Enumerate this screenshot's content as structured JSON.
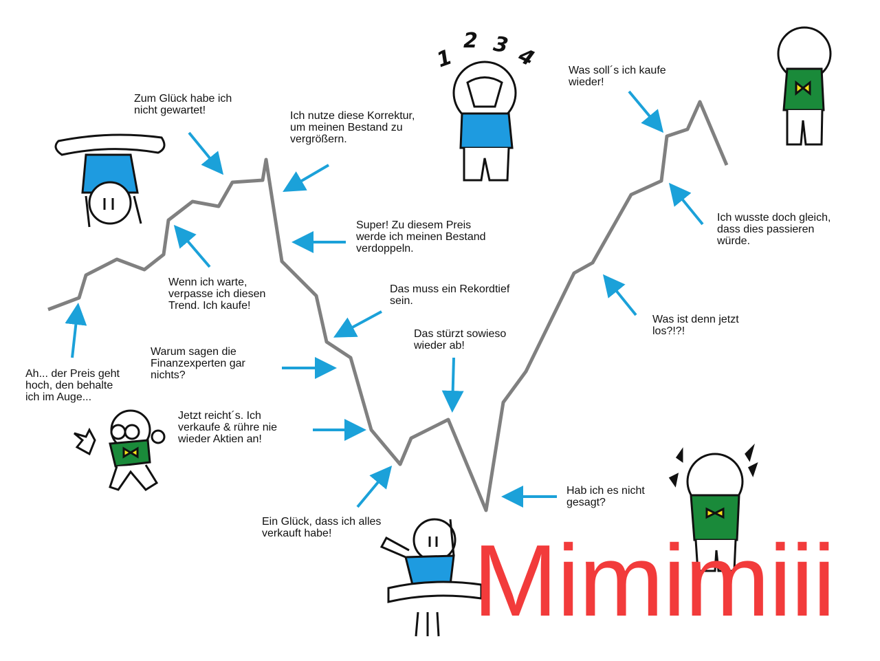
{
  "captions": [
    {
      "id": "zum-glueck",
      "text": "Zum Glück habe ich\nnicht gewartet!"
    },
    {
      "id": "korrektur",
      "text": "Ich nutze diese Korrektur,\num meinen Bestand zu\nvergrößern."
    },
    {
      "id": "kaufe-wieder",
      "text": "Was soll´s ich kaufe\nwieder!"
    },
    {
      "id": "wusste-doch",
      "text": "Ich wusste doch gleich,\ndass dies passieren\nwürde."
    },
    {
      "id": "verdoppeln",
      "text": "Super! Zu diesem Preis\nwerde ich meinen Bestand\nverdoppeln."
    },
    {
      "id": "trend",
      "text": "Wenn ich warte,\nverpasse ich diesen\nTrend. Ich kaufe!"
    },
    {
      "id": "rekordtief",
      "text": "Das muss ein Rekordtief\nsein."
    },
    {
      "id": "was-los",
      "text": "Was ist denn jetzt\nlos?!?!"
    },
    {
      "id": "stuerzt-ab",
      "text": "Das stürzt sowieso\nwieder ab!"
    },
    {
      "id": "finanzexperten",
      "text": "Warum sagen die\nFinanzexperten gar\nnichts?"
    },
    {
      "id": "im-auge",
      "text": "Ah... der Preis geht\nhoch, den behalte\nich im Auge..."
    },
    {
      "id": "reichts",
      "text": "Jetzt reicht´s. Ich\nverkaufe & rühre nie\nwieder Aktien an!"
    },
    {
      "id": "gesagt",
      "text": "Hab ich es nicht\ngesagt?"
    },
    {
      "id": "verkauft",
      "text": "Ein Glück, dass ich alles\nverkauft habe!"
    }
  ],
  "counting": [
    "1",
    "2",
    "3",
    "4"
  ],
  "title": "Mimimiii",
  "colors": {
    "line": "#808080",
    "arrow": "#1ba1d9",
    "title": "#f23b3b",
    "blue_shirt": "#1e9be0",
    "green_shirt": "#1a8a3a",
    "bowtie": "#f5e21a"
  }
}
